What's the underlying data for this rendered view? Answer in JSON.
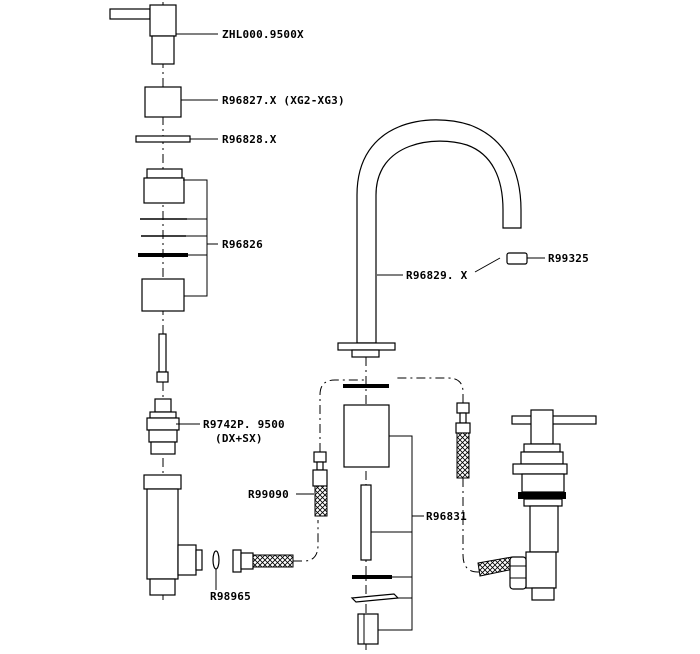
{
  "diagram": {
    "labels": {
      "handle": "ZHL000.9500X",
      "cap": "R96827.X  (XG2-XG3)",
      "washer": "R96828.X",
      "nut_kit": "R96826",
      "cartridge_line1": "R9742P. 9500",
      "cartridge_line2": "(DX+SX)",
      "flex_hose": "R99090",
      "o_ring": "R98965",
      "spout": "R96829. X",
      "aerator": "R99325",
      "mount_kit": "R96831"
    }
  }
}
